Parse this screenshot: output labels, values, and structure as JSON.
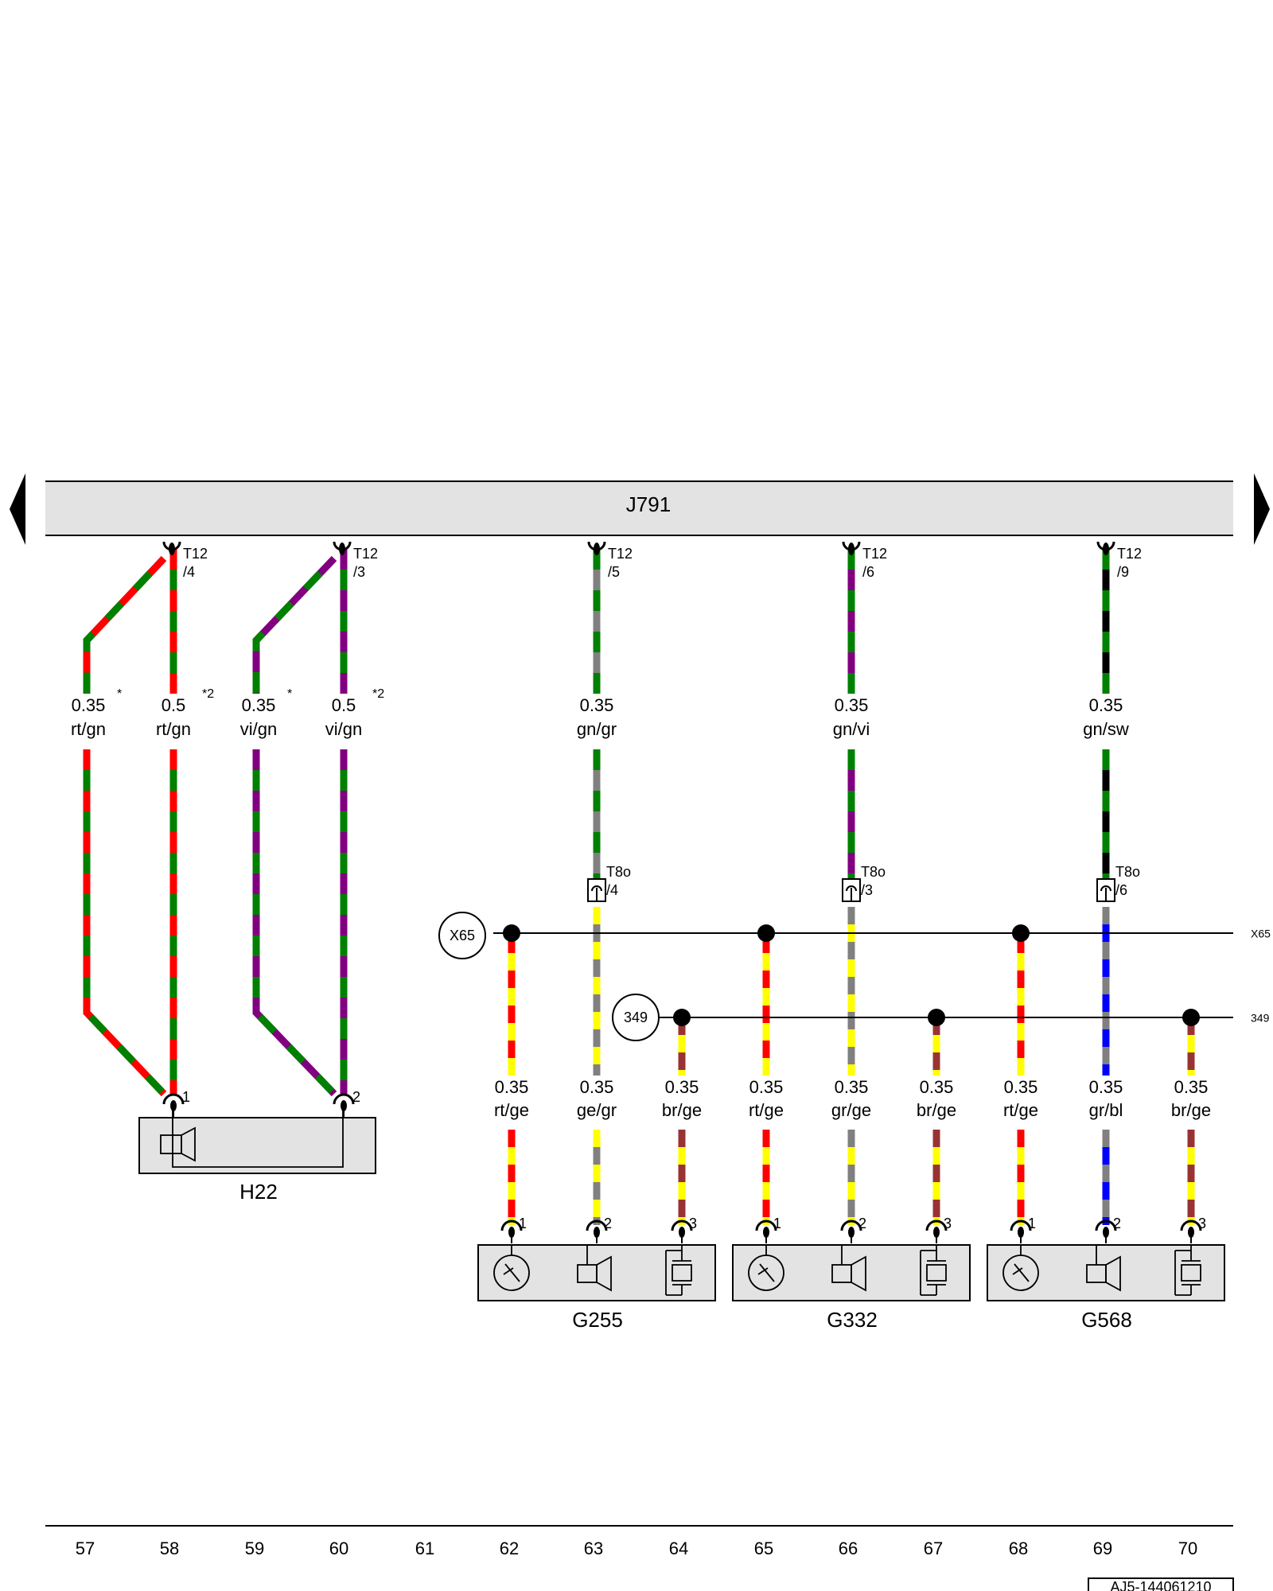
{
  "module": {
    "id": "J791"
  },
  "colors": {
    "rt": "#ff0000",
    "gn": "#008000",
    "vi": "#800080",
    "gr": "#808080",
    "sw": "#000000",
    "ge": "#ffff00",
    "br": "#993333",
    "bl": "#0000ff",
    "component_fill": "#e3e3e3",
    "outline": "#000000"
  },
  "module_pins": [
    {
      "connector": "T12",
      "pin": "/4"
    },
    {
      "connector": "T12",
      "pin": "/3"
    },
    {
      "connector": "T12",
      "pin": "/5"
    },
    {
      "connector": "T12",
      "pin": "/6"
    },
    {
      "connector": "T12",
      "pin": "/9"
    }
  ],
  "inline_connectors": [
    {
      "connector": "T8o",
      "pin": "/4"
    },
    {
      "connector": "T8o",
      "pin": "/3"
    },
    {
      "connector": "T8o",
      "pin": "/6"
    }
  ],
  "upper_wires": [
    {
      "size": "0.35",
      "color": "rt/gn",
      "note": "*",
      "stripes": [
        "rt",
        "gn"
      ]
    },
    {
      "size": "0.5",
      "color": "rt/gn",
      "note": "*2",
      "stripes": [
        "rt",
        "gn"
      ]
    },
    {
      "size": "0.35",
      "color": "vi/gn",
      "note": "*",
      "stripes": [
        "vi",
        "gn"
      ]
    },
    {
      "size": "0.5",
      "color": "vi/gn",
      "note": "*2",
      "stripes": [
        "vi",
        "gn"
      ]
    },
    {
      "size": "0.35",
      "color": "gn/gr",
      "note": "",
      "stripes": [
        "gn",
        "gr"
      ]
    },
    {
      "size": "0.35",
      "color": "gn/vi",
      "note": "",
      "stripes": [
        "gn",
        "vi"
      ]
    },
    {
      "size": "0.35",
      "color": "gn/sw",
      "note": "",
      "stripes": [
        "gn",
        "sw"
      ]
    }
  ],
  "lower_wires": [
    {
      "size": "0.35",
      "color": "rt/ge",
      "stripes": [
        "rt",
        "ge"
      ]
    },
    {
      "size": "0.35",
      "color": "ge/gr",
      "stripes": [
        "ge",
        "gr"
      ]
    },
    {
      "size": "0.35",
      "color": "br/ge",
      "stripes": [
        "br",
        "ge"
      ]
    },
    {
      "size": "0.35",
      "color": "rt/ge",
      "stripes": [
        "rt",
        "ge"
      ]
    },
    {
      "size": "0.35",
      "color": "gr/ge",
      "stripes": [
        "gr",
        "ge"
      ]
    },
    {
      "size": "0.35",
      "color": "br/ge",
      "stripes": [
        "br",
        "ge"
      ]
    },
    {
      "size": "0.35",
      "color": "rt/ge",
      "stripes": [
        "rt",
        "ge"
      ]
    },
    {
      "size": "0.35",
      "color": "gr/bl",
      "stripes": [
        "gr",
        "bl"
      ]
    },
    {
      "size": "0.35",
      "color": "br/ge",
      "stripes": [
        "br",
        "ge"
      ]
    }
  ],
  "buses": [
    {
      "id": "X65"
    },
    {
      "id": "349"
    }
  ],
  "components": {
    "buzzer": {
      "id": "H22",
      "pins": [
        "1",
        "2"
      ]
    },
    "sensors": [
      {
        "id": "G255",
        "pins": [
          "1",
          "2",
          "3"
        ]
      },
      {
        "id": "G332",
        "pins": [
          "1",
          "2",
          "3"
        ]
      },
      {
        "id": "G568",
        "pins": [
          "1",
          "2",
          "3"
        ]
      }
    ]
  },
  "grid_numbers": [
    "57",
    "58",
    "59",
    "60",
    "61",
    "62",
    "63",
    "64",
    "65",
    "66",
    "67",
    "68",
    "69",
    "70"
  ],
  "reference": "AJ5-144061210"
}
